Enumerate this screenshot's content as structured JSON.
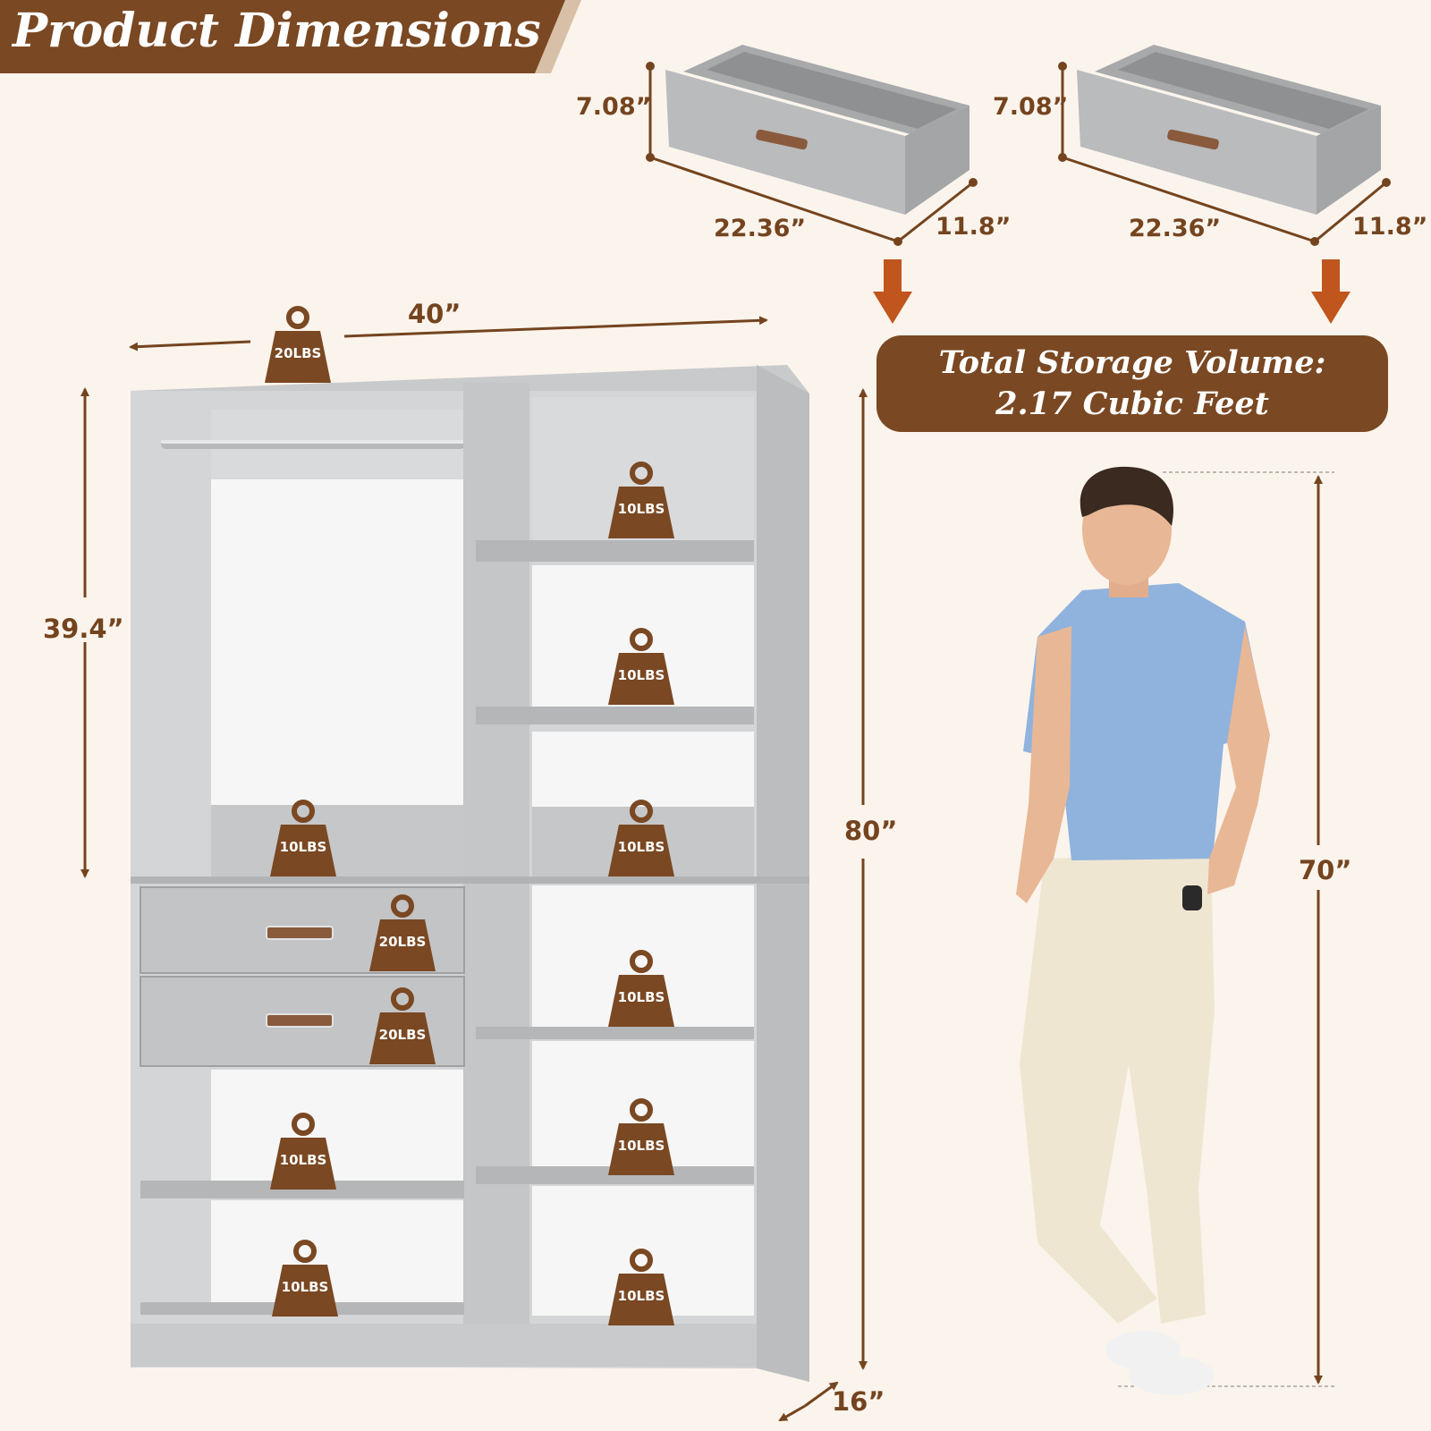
{
  "header": {
    "title": "Product Dimensions"
  },
  "drawers": [
    {
      "height": "7.08”",
      "width": "22.36”",
      "depth": "11.8”"
    },
    {
      "height": "7.08”",
      "width": "22.36”",
      "depth": "11.8”"
    }
  ],
  "storage": {
    "line1": "Total Storage Volume:",
    "line2": "2.17 Cubic Feet"
  },
  "wardrobe": {
    "width": "40”",
    "upper_height": "39.4”",
    "total_height": "80”",
    "depth": "16”",
    "person_height": "70”"
  },
  "weights": {
    "top": "20LBS",
    "right_shelf_1": "10LBS",
    "right_shelf_2": "10LBS",
    "left_mid_shelf": "10LBS",
    "right_mid_shelf": "10LBS",
    "drawer_1": "20LBS",
    "drawer_2": "20LBS",
    "right_lower_1": "10LBS",
    "right_lower_2": "10LBS",
    "left_lower_1": "10LBS",
    "left_bottom": "10LBS",
    "right_bottom": "10LBS"
  },
  "colors": {
    "accent": "#7a4822",
    "background": "#fbf4ec",
    "furniture": "#c9cacc",
    "shirt": "#8fb3dd",
    "pants": "#efe6d2"
  }
}
